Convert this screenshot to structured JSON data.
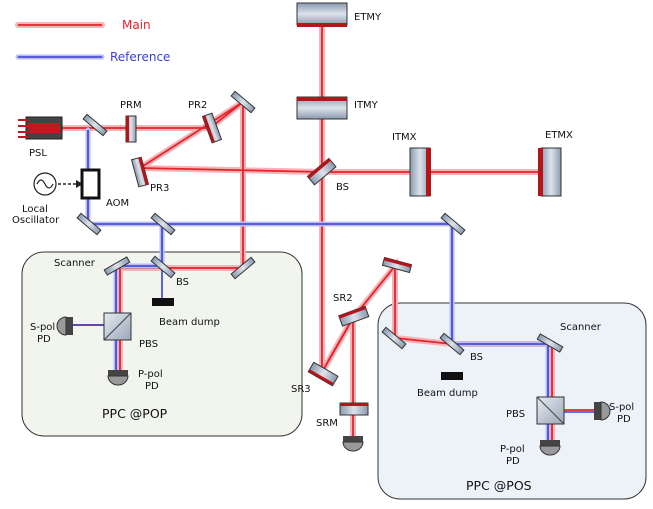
{
  "legend": {
    "main": "Main",
    "reference": "Reference",
    "main_color": "#e8222a",
    "reference_color": "#3b3fd6"
  },
  "labels": {
    "etmy": "ETMY",
    "itmy": "ITMY",
    "prm": "PRM",
    "pr2": "PR2",
    "pr3": "PR3",
    "psl": "PSL",
    "aom": "AOM",
    "local": "Local",
    "oscillator": "Oscillator",
    "bs_main": "BS",
    "itmx": "ITMX",
    "etmx": "ETMX",
    "scanner_pop": "Scanner",
    "bs_pop": "BS",
    "beam_dump_pop": "Beam dump",
    "spol_pop_1": "S-pol",
    "spol_pop_2": "PD",
    "pbs_pop": "PBS",
    "ppol_pop_1": "P-pol",
    "ppol_pop_2": "PD",
    "ppc_pop": "PPC @POP",
    "sr2": "SR2",
    "sr3": "SR3",
    "srm": "SRM",
    "scanner_pos": "Scanner",
    "bs_pos": "BS",
    "beam_dump_pos": "Beam dump",
    "pbs_pos": "PBS",
    "spol_pos_1": "S-pol",
    "spol_pos_2": "PD",
    "ppol_pos_1": "P-pol",
    "ppol_pos_2": "PD",
    "ppc_pos": "PPC @POS"
  }
}
